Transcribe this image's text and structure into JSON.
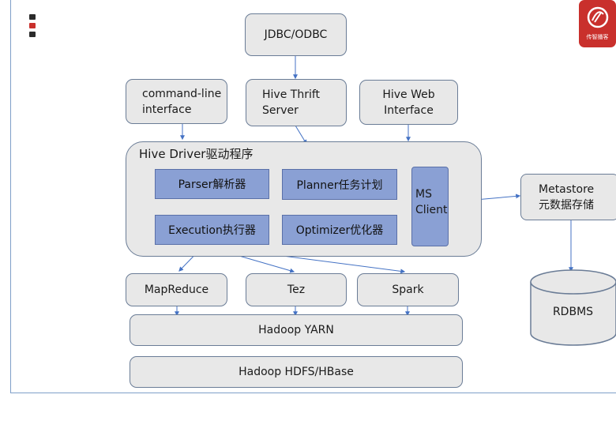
{
  "top": {
    "jdbc": "JDBC/ODBC"
  },
  "interfaces": {
    "cli_line1": "command-line",
    "cli_line2": "interface",
    "thrift_line1": "Hive Thrift",
    "thrift_line2": "Server",
    "web_line1": "Hive Web",
    "web_line2": "Interface"
  },
  "driver": {
    "title": "Hive Driver驱动程序",
    "parser": "Parser解析器",
    "planner": "Planner任务计划",
    "execution": "Execution执行器",
    "optimizer": "Optimizer优化器",
    "ms_line1": "MS",
    "ms_line2": "Client"
  },
  "metastore": {
    "line1": "Metastore",
    "line2": "元数据存储"
  },
  "rdbms": "RDBMS",
  "engines": {
    "mapreduce": "MapReduce",
    "tez": "Tez",
    "spark": "Spark"
  },
  "yarn": "Hadoop YARN",
  "hdfs": "Hadoop HDFS/HBase",
  "logo": {
    "text": "传智播客"
  },
  "colors": {
    "box_fill": "#e8e8e8",
    "component_fill": "#8aa0d4",
    "arrow": "#4472c4",
    "logo_red": "#c9302c"
  }
}
